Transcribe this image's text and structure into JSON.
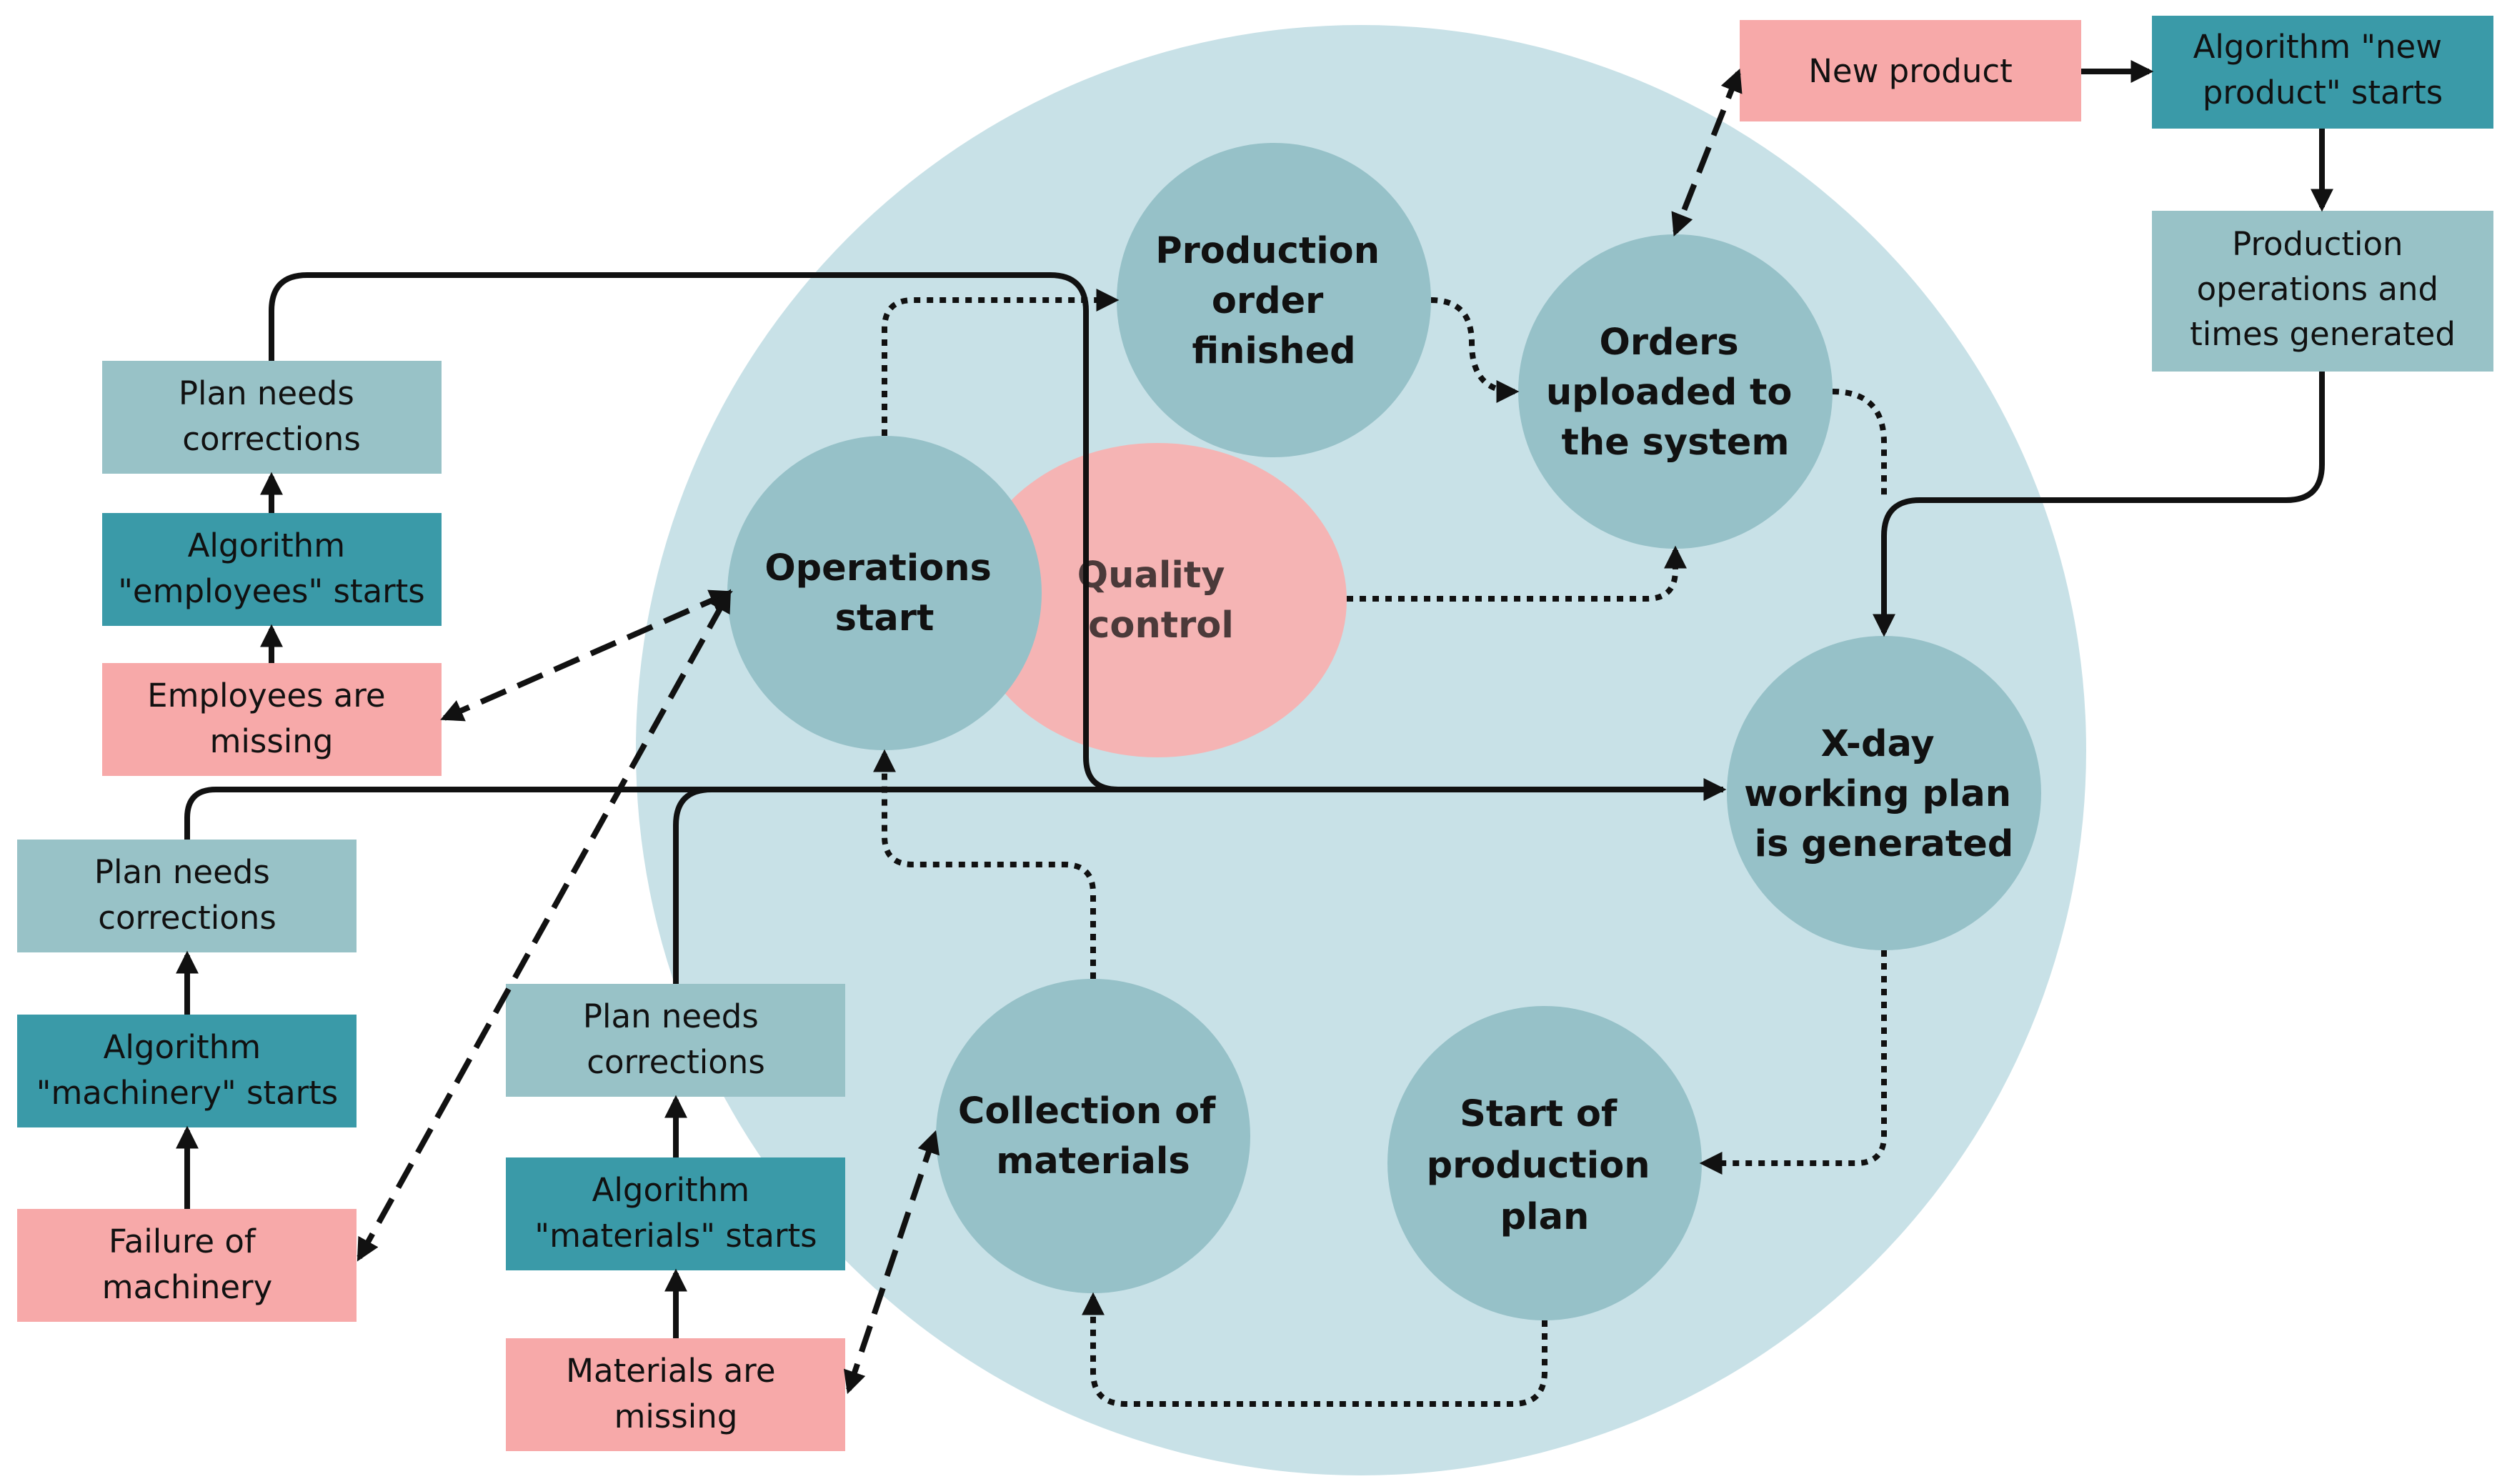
{
  "colors": {
    "background_circle": "#c8e1e7",
    "process_circle": "#96c1c8",
    "quality_ellipse": "#f5b4b4",
    "trigger_box": "#f7a9a9",
    "algorithm_box": "#3a9aa8",
    "correction_box": "#98c2c7",
    "arrow": "#111111"
  },
  "circles": [
    {
      "id": "production_order_finished",
      "lines": [
        "Production",
        "order",
        "finished"
      ]
    },
    {
      "id": "orders_uploaded",
      "lines": [
        "Orders",
        "uploaded to",
        "the system"
      ]
    },
    {
      "id": "operations_start",
      "lines": [
        "Operations",
        "start"
      ]
    },
    {
      "id": "quality_control",
      "lines": [
        "Quality",
        "control"
      ]
    },
    {
      "id": "x_day_plan",
      "lines": [
        "X-day",
        "working plan",
        "is generated"
      ]
    },
    {
      "id": "collection_materials",
      "lines": [
        "Collection of",
        "materials"
      ]
    },
    {
      "id": "start_production_plan",
      "lines": [
        "Start of",
        "production",
        "plan"
      ]
    }
  ],
  "boxes": [
    {
      "id": "new_product",
      "kind": "trigger",
      "lines": [
        "New product"
      ]
    },
    {
      "id": "algo_new_product",
      "kind": "algorithm",
      "lines": [
        "Algorithm \"new",
        "product\" starts"
      ]
    },
    {
      "id": "prod_ops_generated",
      "kind": "correction",
      "lines": [
        "Production",
        "operations and",
        "times generated"
      ]
    },
    {
      "id": "plan_corr_employees",
      "kind": "correction",
      "lines": [
        "Plan needs",
        "corrections"
      ]
    },
    {
      "id": "algo_employees",
      "kind": "algorithm",
      "lines": [
        "Algorithm",
        "\"employees\" starts"
      ]
    },
    {
      "id": "employees_missing",
      "kind": "trigger",
      "lines": [
        "Employees are",
        "missing"
      ]
    },
    {
      "id": "plan_corr_machinery",
      "kind": "correction",
      "lines": [
        "Plan needs",
        "corrections"
      ]
    },
    {
      "id": "algo_machinery",
      "kind": "algorithm",
      "lines": [
        "Algorithm",
        "\"machinery\" starts"
      ]
    },
    {
      "id": "failure_machinery",
      "kind": "trigger",
      "lines": [
        "Failure of",
        "machinery"
      ]
    },
    {
      "id": "plan_corr_materials",
      "kind": "correction",
      "lines": [
        "Plan needs",
        "corrections"
      ]
    },
    {
      "id": "algo_materials",
      "kind": "algorithm",
      "lines": [
        "Algorithm",
        "\"materials\" starts"
      ]
    },
    {
      "id": "materials_missing",
      "kind": "trigger",
      "lines": [
        "Materials are",
        "missing"
      ]
    }
  ]
}
